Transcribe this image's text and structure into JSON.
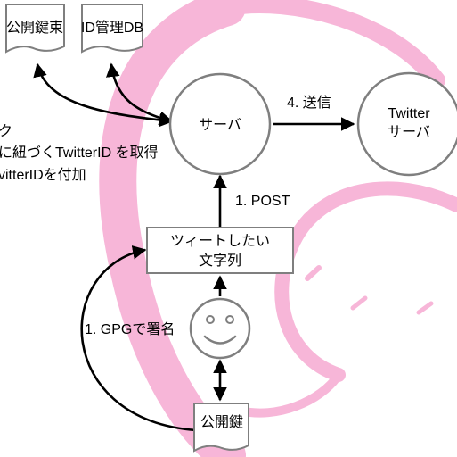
{
  "colors": {
    "swirl": "#f7b6d8",
    "stroke": "#7f7f7f",
    "arrow": "#000000",
    "text": "#000000"
  },
  "docs": {
    "public_key_bundle": "公開鍵束",
    "id_db": "ID管理DB",
    "public_key": "公開鍵"
  },
  "nodes": {
    "server": "サーバ",
    "twitter_line1": "Twitter",
    "twitter_line2": "サーバ",
    "tweet_line1": "ツィートしたい",
    "tweet_line2": "文字列"
  },
  "edges": {
    "post": "1. POST",
    "send": "4. 送信",
    "sign": "1. GPGで署名"
  },
  "notes": {
    "line1": "ク",
    "line2": "に紐づくTwitterID を取得",
    "line3": "vitterIDを付加"
  },
  "icons": {
    "user": "smiley-face-icon",
    "document": "document-icon",
    "background": "debian-swirl-icon"
  }
}
